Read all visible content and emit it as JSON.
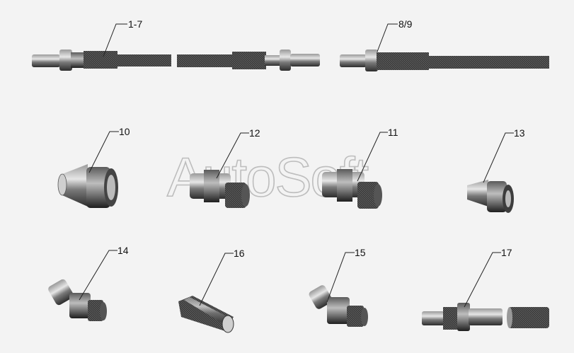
{
  "diagram": {
    "watermark": "AutoSoft",
    "callouts": [
      {
        "id": "c1",
        "label": "1-7"
      },
      {
        "id": "c2",
        "label": "8/9"
      },
      {
        "id": "c3",
        "label": "10"
      },
      {
        "id": "c4",
        "label": "12"
      },
      {
        "id": "c5",
        "label": "11"
      },
      {
        "id": "c6",
        "label": "13"
      },
      {
        "id": "c7",
        "label": "14"
      },
      {
        "id": "c8",
        "label": "16"
      },
      {
        "id": "c9",
        "label": "15"
      },
      {
        "id": "c10",
        "label": "17"
      }
    ]
  }
}
